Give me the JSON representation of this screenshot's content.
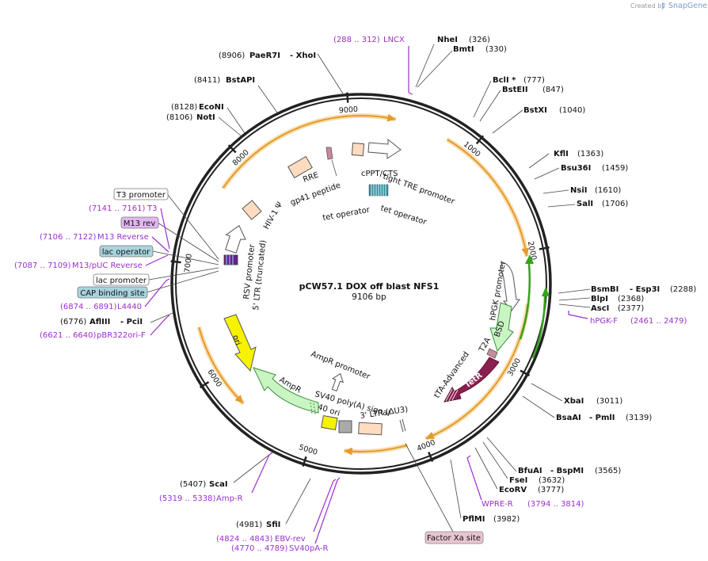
{
  "branding": {
    "created_by": "Created by",
    "product": "SnapGene"
  },
  "plasmid": {
    "name": "pCW57.1 DOX off blast NFS1",
    "length_label": "9106 bp",
    "length": 9106
  },
  "colors": {
    "backbone": "#222222",
    "primer": "#9b30d0",
    "orange_feature": "#e59a2b",
    "green_feature": "#38a11c",
    "promoter_fill": "#ffffff",
    "bsd_fill": "#c9f5c3",
    "tetr_fill": "#8b1f4f",
    "ori_fill": "#f7f200",
    "ampr_fill": "#c9f5c3",
    "box_fill": "#ffdcbf",
    "site_fill": "#2f8a9b"
  },
  "ticks": [
    {
      "label": "1000",
      "pos": 1000
    },
    {
      "label": "2000",
      "pos": 2000
    },
    {
      "label": "3000",
      "pos": 3000
    },
    {
      "label": "4000",
      "pos": 4000
    },
    {
      "label": "5000",
      "pos": 5000
    },
    {
      "label": "6000",
      "pos": 6000
    },
    {
      "label": "7000",
      "pos": 7000
    },
    {
      "label": "8000",
      "pos": 8000
    },
    {
      "label": "9000",
      "pos": 9000
    }
  ],
  "right_sites": [
    {
      "name": "NheI",
      "pos_label": "(326)"
    },
    {
      "name": "BmtI",
      "pos_label": "(330)"
    },
    {
      "name": "BclI *",
      "pos_label": "(777)"
    },
    {
      "name": "BstEII",
      "pos_label": "(847)"
    },
    {
      "name": "BstXI",
      "pos_label": "(1040)"
    },
    {
      "name": "KflI",
      "pos_label": "(1363)"
    },
    {
      "name": "Bsu36I",
      "pos_label": "(1459)"
    },
    {
      "name": "NsiI",
      "pos_label": "(1610)"
    },
    {
      "name": "SalI",
      "pos_label": "(1706)"
    },
    {
      "name": "BsmBI",
      "extra": "- Esp3I",
      "pos_label": "(2288)"
    },
    {
      "name": "BlpI",
      "pos_label": "(2368)"
    },
    {
      "name": "AscI",
      "pos_label": "(2377)"
    },
    {
      "name": "XbaI",
      "pos_label": "(3011)"
    },
    {
      "name": "BsaAI",
      "extra": "- PmlI",
      "pos_label": "(3139)"
    },
    {
      "name": "BfuAI",
      "extra": "- BspMI",
      "pos_label": "(3565)"
    },
    {
      "name": "FseI",
      "pos_label": "(3632)"
    },
    {
      "name": "EcoRV",
      "pos_label": "(3777)"
    },
    {
      "name": "PflMI",
      "pos_label": "(3982)"
    }
  ],
  "left_sites": [
    {
      "name": "PaeR7I",
      "extra": "- XhoI",
      "pos_label": "(8906)"
    },
    {
      "name": "BstAPI",
      "pos_label": "(8411)"
    },
    {
      "name": "EcoNI",
      "pos_label": "(8128)"
    },
    {
      "name": "NotI",
      "pos_label": "(8106)"
    },
    {
      "name": "AflIII",
      "extra": "- PciI",
      "pos_label": "(6776)"
    },
    {
      "name": "ScaI",
      "pos_label": "(5407)"
    },
    {
      "name": "SfiI",
      "pos_label": "(4981)"
    }
  ],
  "primers": [
    {
      "name": "LNCX",
      "range": "(288 .. 312)"
    },
    {
      "name": "hPGK-F",
      "range": "(2461 .. 2479)"
    },
    {
      "name": "WPRE-R",
      "range": "(3794 .. 3814)"
    },
    {
      "name": "Amp-R",
      "range": "(5319 .. 5338)"
    },
    {
      "name": "EBV-rev",
      "range": "(4824 .. 4843)"
    },
    {
      "name": "SV40pA-R",
      "range": "(4770 .. 4789)"
    },
    {
      "name": "T3",
      "range": "(7141 .. 7161)"
    },
    {
      "name": "M13 Reverse",
      "range": "(7106 .. 7122)"
    },
    {
      "name": "M13/pUC Reverse",
      "range": "(7087 .. 7109)"
    },
    {
      "name": "L4440",
      "range": "(6874 .. 6891)"
    },
    {
      "name": "pBR322ori-F",
      "range": "(6621 .. 6640)"
    }
  ],
  "boxed_labels": [
    {
      "name": "T3 promoter",
      "style": "plain"
    },
    {
      "name": "M13 rev",
      "style": "purple"
    },
    {
      "name": "lac operator",
      "style": "teal"
    },
    {
      "name": "lac promoter",
      "style": "plain"
    },
    {
      "name": "CAP binding site",
      "style": "teal"
    },
    {
      "name": "Factor Xa site",
      "style": "pink"
    }
  ],
  "features": {
    "tight_tre_promoter": "tight TRE promoter",
    "cppt_cts": "cPPT/CTS",
    "tet_operator_1": "tet operator",
    "tet_operator_2": "tet operator",
    "rre": "RRE",
    "gp41": "gp41 peptide",
    "hiv_psi": "HIV-1 Ψ",
    "rsv_promoter": "RSV promoter",
    "ltr5": "5' LTR (truncated)",
    "hpgk_promoter": "hPGK promoter",
    "bsd": "BSD",
    "t2a": "T2A",
    "tetr": "TetR",
    "tta_advanced": "tTA-Advanced",
    "ltr3": "3' LTR (ΔU3)",
    "sv40_polya": "SV40 poly(A) signal",
    "sv40_ori": "SV40 ori",
    "ampr": "AmpR",
    "ampr_promoter": "AmpR promoter",
    "ori": "ori"
  }
}
